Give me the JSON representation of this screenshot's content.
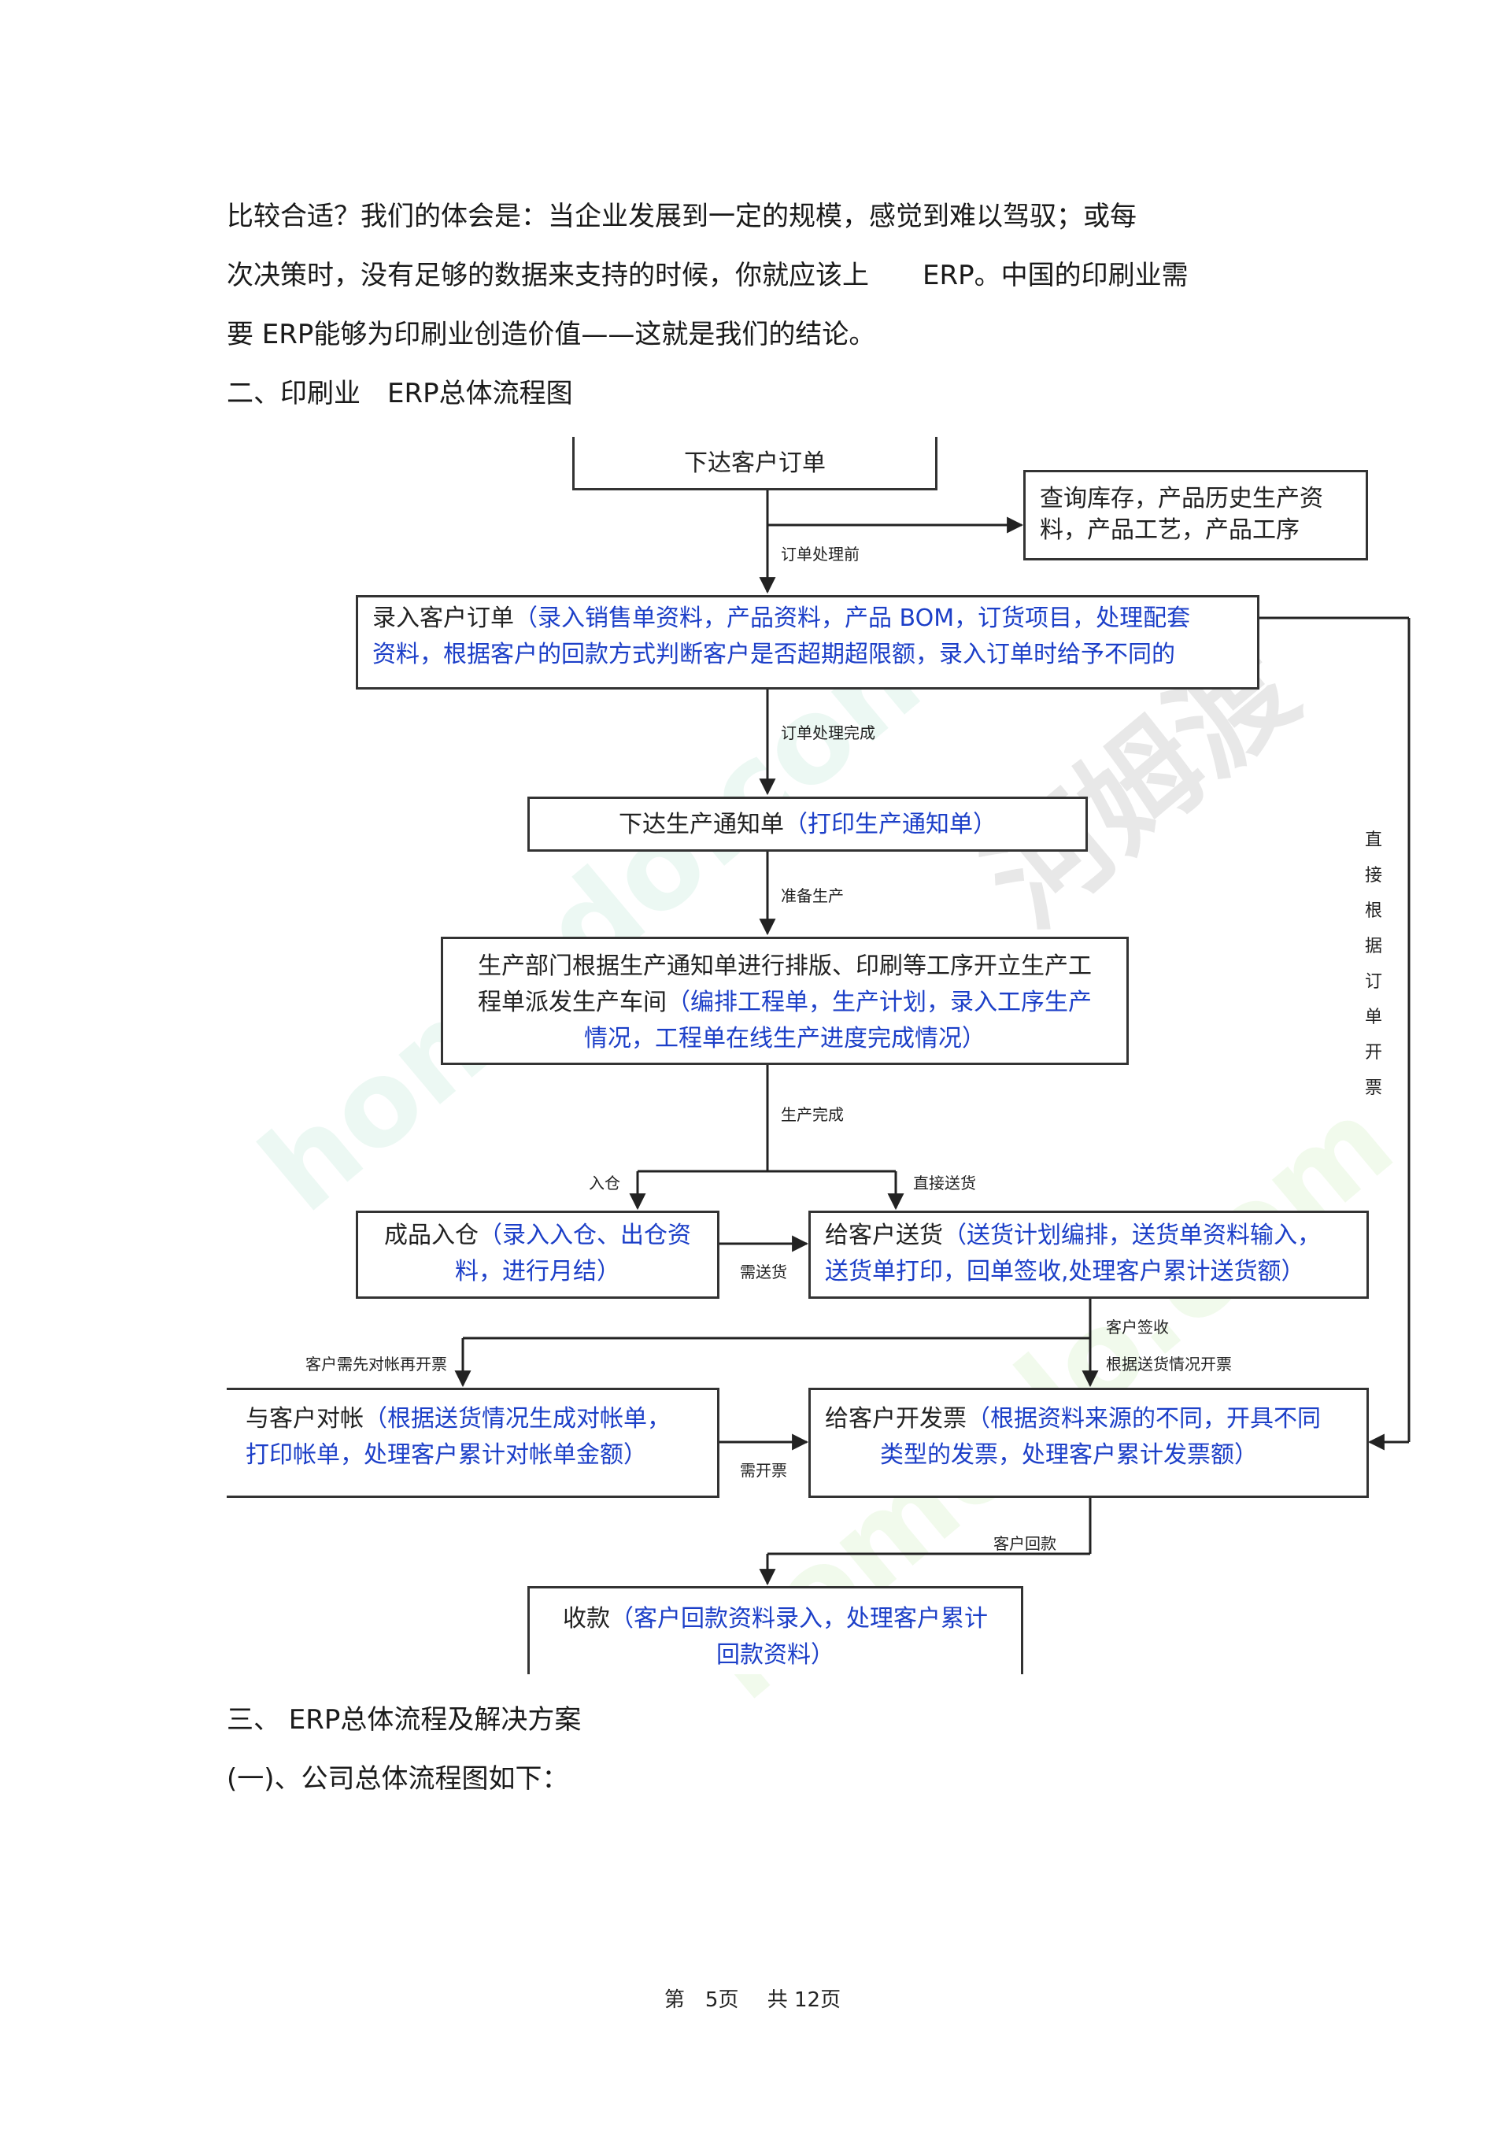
{
  "text": {
    "line1": "比较合适？我们的体会是：当企业发展到一定的规模，感觉到难以驾驭；或每",
    "line2": "次决策时，没有足够的数据来支持的时候，你就应该上　　ERP。中国的印刷业需",
    "line3": "要 ERP能够为印刷业创造价值——这就是我们的结论。",
    "heading2": "二、印刷业　ERP总体流程图",
    "heading3": "三、 ERP总体流程及解决方案",
    "sub1": "(一)、公司总体流程图如下："
  },
  "flow": {
    "order": "下达客户订单",
    "inquiry_l1": "查询库存，产品历史生产资",
    "inquiry_l2": "料，产品工艺，产品工序",
    "entry_k": "录入客户订单",
    "entry_b1": "（录入销售单资料，产品资料，产品 BOM，订货项目，处理配套",
    "entry_b2": "资料，根据客户的回款方式判断客户是否超期超限额，录入订单时给予不同的",
    "notice_k": "下达生产通知单",
    "notice_b": "（打印生产通知单）",
    "prod_k1": "生产部门根据生产通知单进行排版、印刷等工序开立生产工",
    "prod_k2": "程单派发生产车间",
    "prod_b2": "（编排工程单，生产计划，录入工序生产",
    "prod_b3": "情况，工程单在线生产进度完成情况）",
    "stock_k": "成品入仓",
    "stock_b1": "（录入入仓、出仓资",
    "stock_b2": "料，进行月结）",
    "deliver_k": "给客户送货",
    "deliver_b1": "（送货计划编排，送货单资料输入，",
    "deliver_b2": "送货单打印，回单签收,处理客户累计送货额）",
    "reconcile_k": "与客户对帐",
    "reconcile_b1": "（根据送货情况生成对帐单，",
    "reconcile_b2": "打印帐单，处理客户累计对帐单金额）",
    "invoice_k": "给客户开发票",
    "invoice_b1": "（根据资料来源的不同，开具不同",
    "invoice_b2": "类型的发票，处理客户累计发票额）",
    "receipt_k": "收款",
    "receipt_b1": "（客户回款资料录入，处理客户累计",
    "receipt_b2": "回款资料）",
    "lbl_before": "订单处理前",
    "lbl_done": "订单处理完成",
    "lbl_prep": "准备生产",
    "lbl_finished": "生产完成",
    "lbl_instock": "入仓",
    "lbl_direct": "直接送货",
    "lbl_needdeliver": "需送货",
    "lbl_signed": "客户签收",
    "lbl_bydelivery": "根据送货情况开票",
    "lbl_reconfirst": "客户需先对帐再开票",
    "lbl_needinvoice": "需开票",
    "lbl_payment": "客户回款",
    "lbl_vertical": "直接根据订单开票"
  },
  "watermark": {
    "site1": "homedo.com",
    "site2": "homedo.com",
    "cn": "河姆渡"
  },
  "footer": {
    "page": "第　5页",
    "total": "共 12页"
  }
}
